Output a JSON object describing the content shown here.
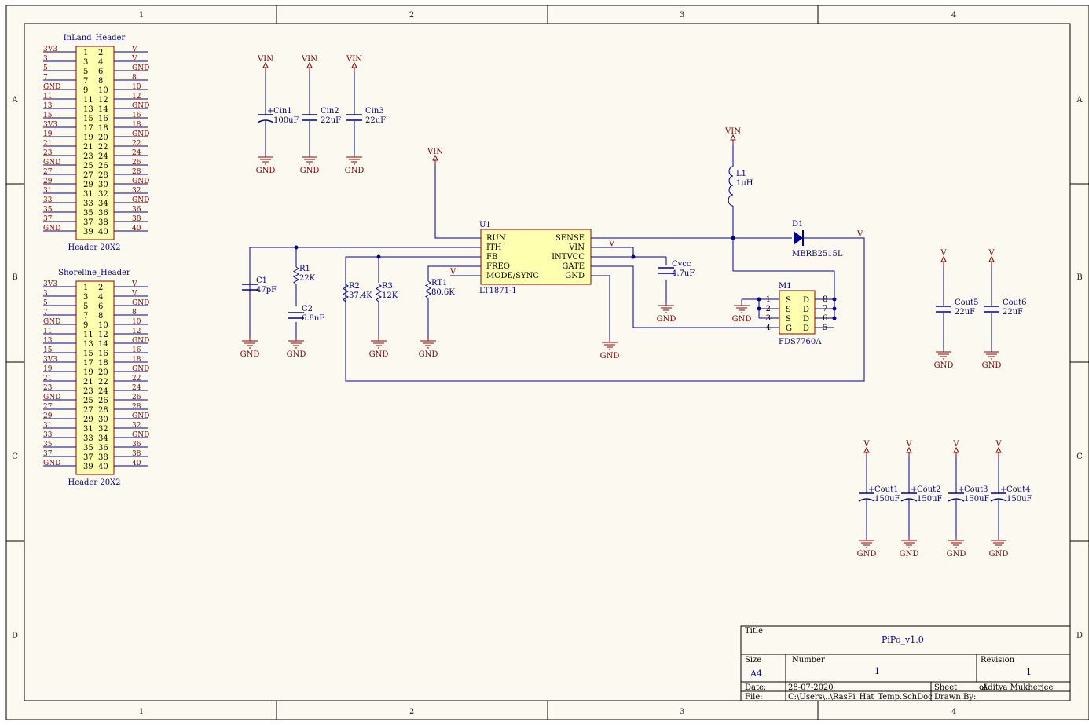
{
  "zones": {
    "columns": [
      "1",
      "2",
      "3",
      "4"
    ],
    "rows": [
      "A",
      "B",
      "C",
      "D"
    ]
  },
  "headers": [
    {
      "designator": "InLand_Header",
      "comment": "Header 20X2",
      "left_nets": [
        "3V3",
        "3",
        "5",
        "7",
        "GND",
        "11",
        "13",
        "15",
        "3V3",
        "19",
        "21",
        "23",
        "GND",
        "27",
        "29",
        "31",
        "33",
        "35",
        "37",
        "GND"
      ],
      "right_nets": [
        "V",
        "V",
        "GND",
        "8",
        "10",
        "12",
        "GND",
        "16",
        "18",
        "GND",
        "22",
        "24",
        "26",
        "28",
        "GND",
        "32",
        "GND",
        "36",
        "38",
        "40"
      ]
    },
    {
      "designator": "Shoreline_Header",
      "comment": "Header 20X2",
      "left_nets": [
        "3V3",
        "3",
        "5",
        "7",
        "GND",
        "11",
        "13",
        "15",
        "3V3",
        "19",
        "21",
        "23",
        "GND",
        "27",
        "29",
        "31",
        "33",
        "35",
        "37",
        "GND"
      ],
      "right_nets": [
        "V",
        "V",
        "GND",
        "8",
        "10",
        "12",
        "GND",
        "16",
        "18",
        "GND",
        "22",
        "24",
        "26",
        "28",
        "GND",
        "32",
        "GND",
        "36",
        "38",
        "40"
      ]
    }
  ],
  "power": {
    "vin": "VIN",
    "gnd": "GND",
    "v": "V"
  },
  "components": {
    "cin1": {
      "designator": "Cin1",
      "value": "100uF"
    },
    "cin2": {
      "designator": "Cin2",
      "value": "22uF"
    },
    "cin3": {
      "designator": "Cin3",
      "value": "22uF"
    },
    "l1": {
      "designator": "L1",
      "value": "1uH"
    },
    "d1": {
      "designator": "D1",
      "value": "MBRB2515L"
    },
    "u1": {
      "designator": "U1",
      "part": "LT1871-1",
      "left_pins": [
        "RUN",
        "ITH",
        "FB",
        "FREQ",
        "MODE/SYNC"
      ],
      "right_pins": [
        "SENSE",
        "VIN",
        "INTVCC",
        "GATE",
        "GND"
      ]
    },
    "c1": {
      "designator": "C1",
      "value": "47pF"
    },
    "r1": {
      "designator": "R1",
      "value": "22K"
    },
    "c2": {
      "designator": "C2",
      "value": "6.8nF"
    },
    "r2": {
      "designator": "R2",
      "value": "37.4K"
    },
    "r3": {
      "designator": "R3",
      "value": "12K"
    },
    "rt1": {
      "designator": "RT1",
      "value": "80.6K"
    },
    "cvcc": {
      "designator": "Cvcc",
      "value": "4.7uF"
    },
    "m1": {
      "designator": "M1",
      "part": "FDS7760A",
      "left_pins": [
        "1",
        "2",
        "3",
        "4"
      ],
      "left_labels": [
        "S",
        "S",
        "S",
        "G"
      ],
      "right_labels": [
        "D",
        "D",
        "D",
        "D"
      ],
      "right_pins": [
        "8",
        "7",
        "6",
        "5"
      ]
    },
    "cout5": {
      "designator": "Cout5",
      "value": "22uF"
    },
    "cout6": {
      "designator": "Cout6",
      "value": "22uF"
    },
    "cout1": {
      "designator": "Cout1",
      "value": "150uF"
    },
    "cout2": {
      "designator": "Cout2",
      "value": "150uF"
    },
    "cout3": {
      "designator": "Cout3",
      "value": "150uF"
    },
    "cout4": {
      "designator": "Cout4",
      "value": "150uF"
    }
  },
  "title_block": {
    "title_label": "Title",
    "title": "PiPo_v1.0",
    "size_label": "Size",
    "size": "A4",
    "number_label": "Number",
    "number": "1",
    "revision_label": "Revision",
    "revision": "1",
    "date_label": "Date:",
    "date": "28-07-2020",
    "file_label": "File:",
    "file": "C:\\Users\\..\\RasPi_Hat_Temp.SchDoc",
    "sheet_label": "Sheet",
    "sheet_value": "of",
    "drawn_by_label": "Drawn By:",
    "drawn_by": "Aditya Mukherjee"
  }
}
